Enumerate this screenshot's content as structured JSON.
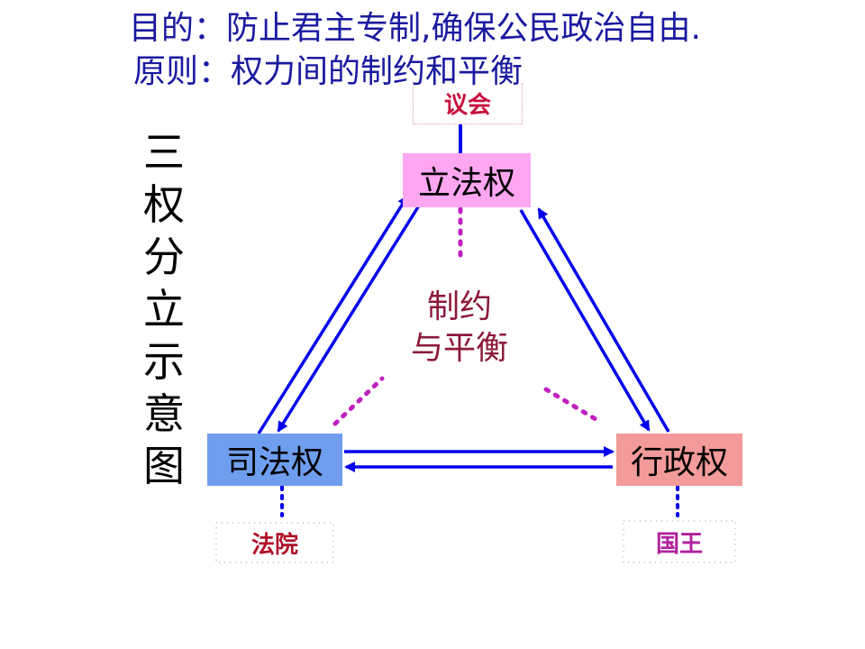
{
  "header": {
    "purpose": "目的：防止君主专制,确保公民政治自由.",
    "principle": "原则：权力间的制约和平衡"
  },
  "vertical_title": [
    "三",
    "权",
    "分",
    "立",
    "示",
    "意",
    "图"
  ],
  "boxes": {
    "legislative": "立法权",
    "judicial": "司法权",
    "executive": "行政权"
  },
  "institutions": {
    "parliament": "议会",
    "court": "法院",
    "king": "国王"
  },
  "center_text": [
    "制约",
    "与平衡"
  ],
  "colors": {
    "arrow": "#0000ee",
    "dotted": "#c020c0",
    "header_text": "#1a1aa0",
    "legislative_box": "#ffa6f2",
    "judicial_box": "#6f9eee",
    "executive_box": "#f39a9a"
  }
}
